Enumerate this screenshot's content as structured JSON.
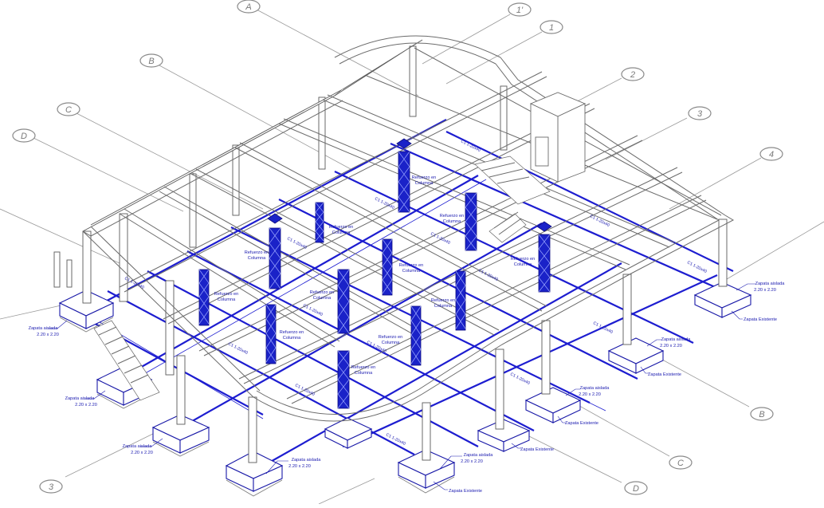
{
  "grid_labels": {
    "letters": [
      "A",
      "B",
      "C",
      "D"
    ],
    "numbers": [
      "1'",
      "1",
      "2",
      "3",
      "4"
    ],
    "right_letters": [
      "B",
      "C",
      "D"
    ],
    "bottom_number": "3"
  },
  "annotations": {
    "column_reinforcement": "Refuerzo en",
    "column_reinforcement_2": "Columna",
    "isolated_footing": "Zapata aislada",
    "isolated_footing_size": "2.20 x 2.20",
    "existing_footing": "Zapata Existente",
    "tie_beam_label": "C1 1-20x40"
  },
  "colors": {
    "structure": "#5a5a5a",
    "foundation": "#1a1aa8",
    "reinforcement": "#1a22c8",
    "grid": "#9a9a9a"
  }
}
